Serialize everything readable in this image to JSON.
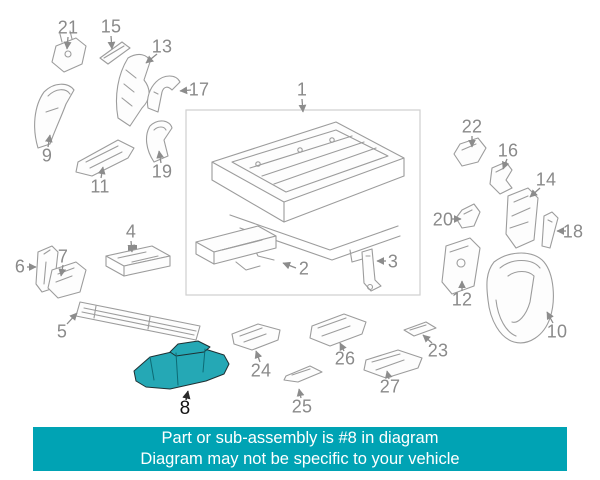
{
  "diagram": {
    "title": "Seat components exploded parts diagram",
    "highlighted_part": "8",
    "colors": {
      "highlight": "#25a8b5",
      "highlight_dark": "#0d6a74",
      "banner_bg": "#00a3b4",
      "line_color": "#9c9c9c",
      "label_color": "#8a8a8a"
    },
    "labels": {
      "l1": "1",
      "l2": "2",
      "l3": "3",
      "l4": "4",
      "l5": "5",
      "l6": "6",
      "l7": "7",
      "l8": "8",
      "l9": "9",
      "l10": "10",
      "l11": "11",
      "l12": "12",
      "l13": "13",
      "l14": "14",
      "l15": "15",
      "l16": "16",
      "l17": "17",
      "l18": "18",
      "l19": "19",
      "l20": "20",
      "l21": "21",
      "l22": "22",
      "l23": "23",
      "l24": "24",
      "l25": "25",
      "l26": "26",
      "l27": "27"
    },
    "banner": {
      "line1": "Part or sub-assembly is #8 in diagram",
      "line2": "Diagram may not be specific to your vehicle"
    }
  }
}
